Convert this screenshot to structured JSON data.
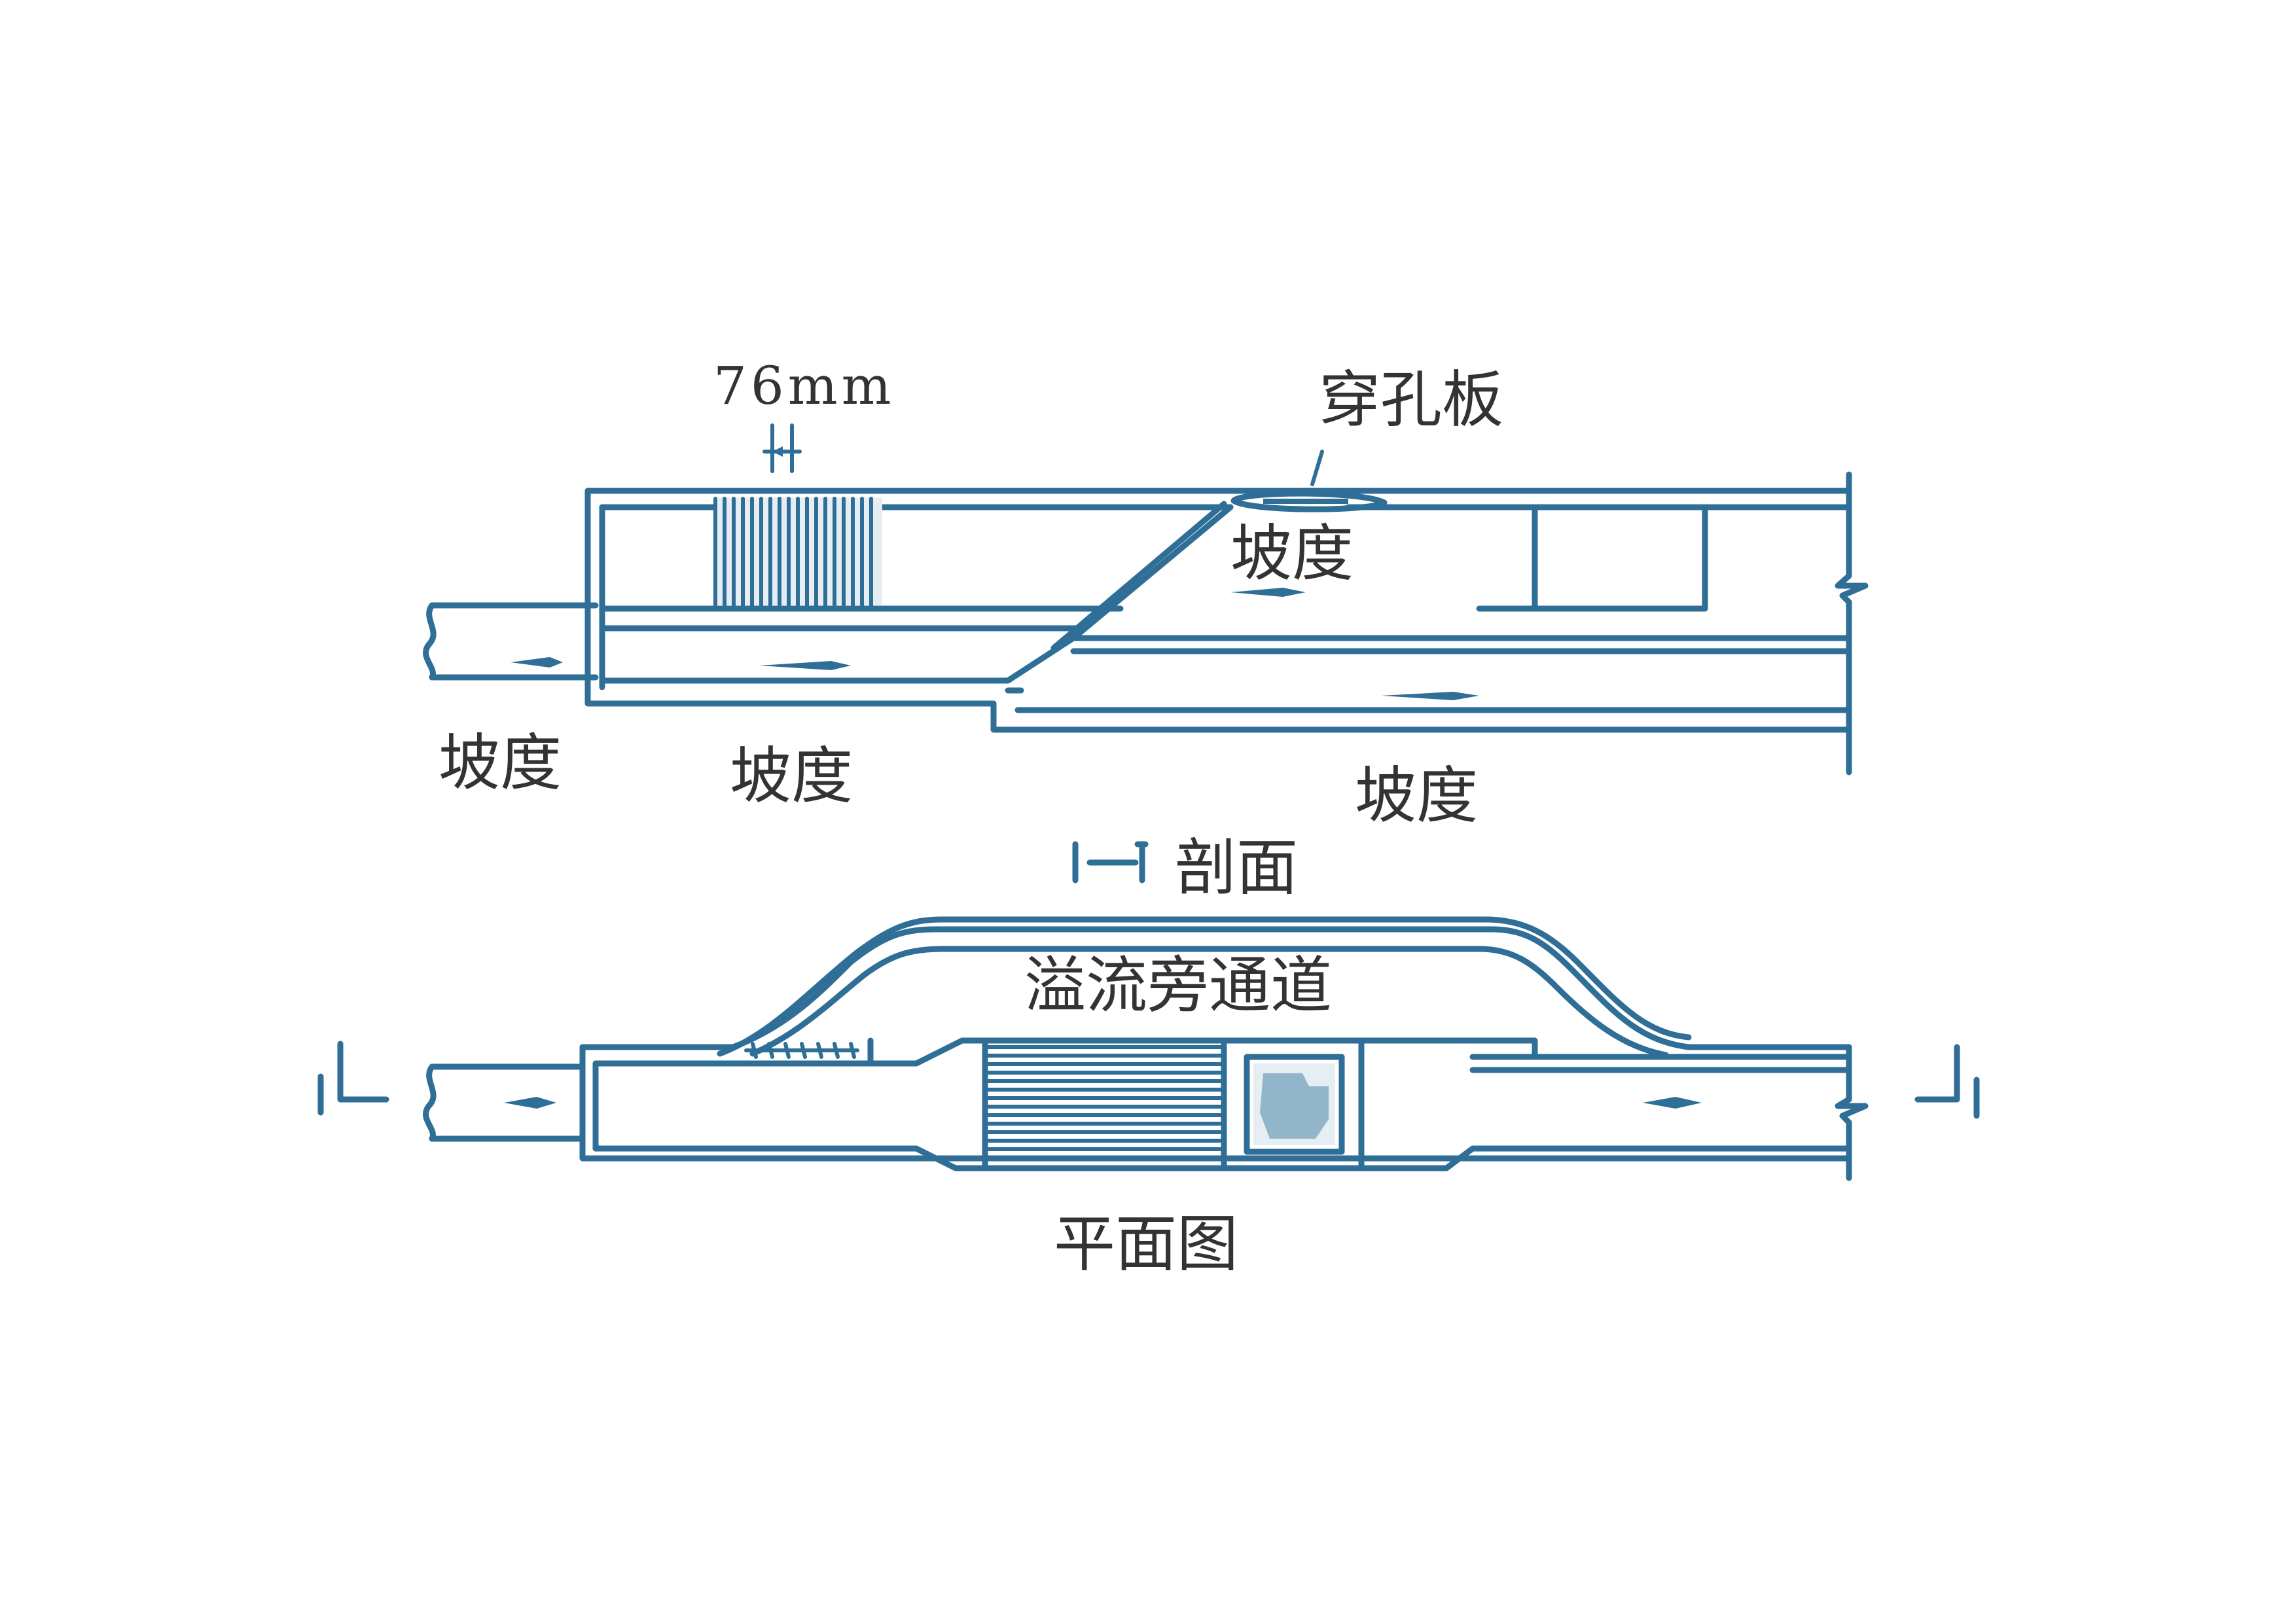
{
  "section_view": {
    "dimension_label": "76mm",
    "perforated_plate_label": "穿孔板",
    "slope_label_upper": "坡度",
    "slope_label_left": "坡度",
    "slope_label_mid": "坡度",
    "slope_label_right": "坡度",
    "section_marker": "I—I",
    "section_caption": "剖面"
  },
  "plan_view": {
    "bypass_label": "溢流旁通道",
    "caption": "平面图",
    "cut_mark_left": "I",
    "cut_mark_right": "I"
  },
  "colors": {
    "line": "#2f6e96",
    "text": "#333333",
    "background": "#ffffff"
  }
}
